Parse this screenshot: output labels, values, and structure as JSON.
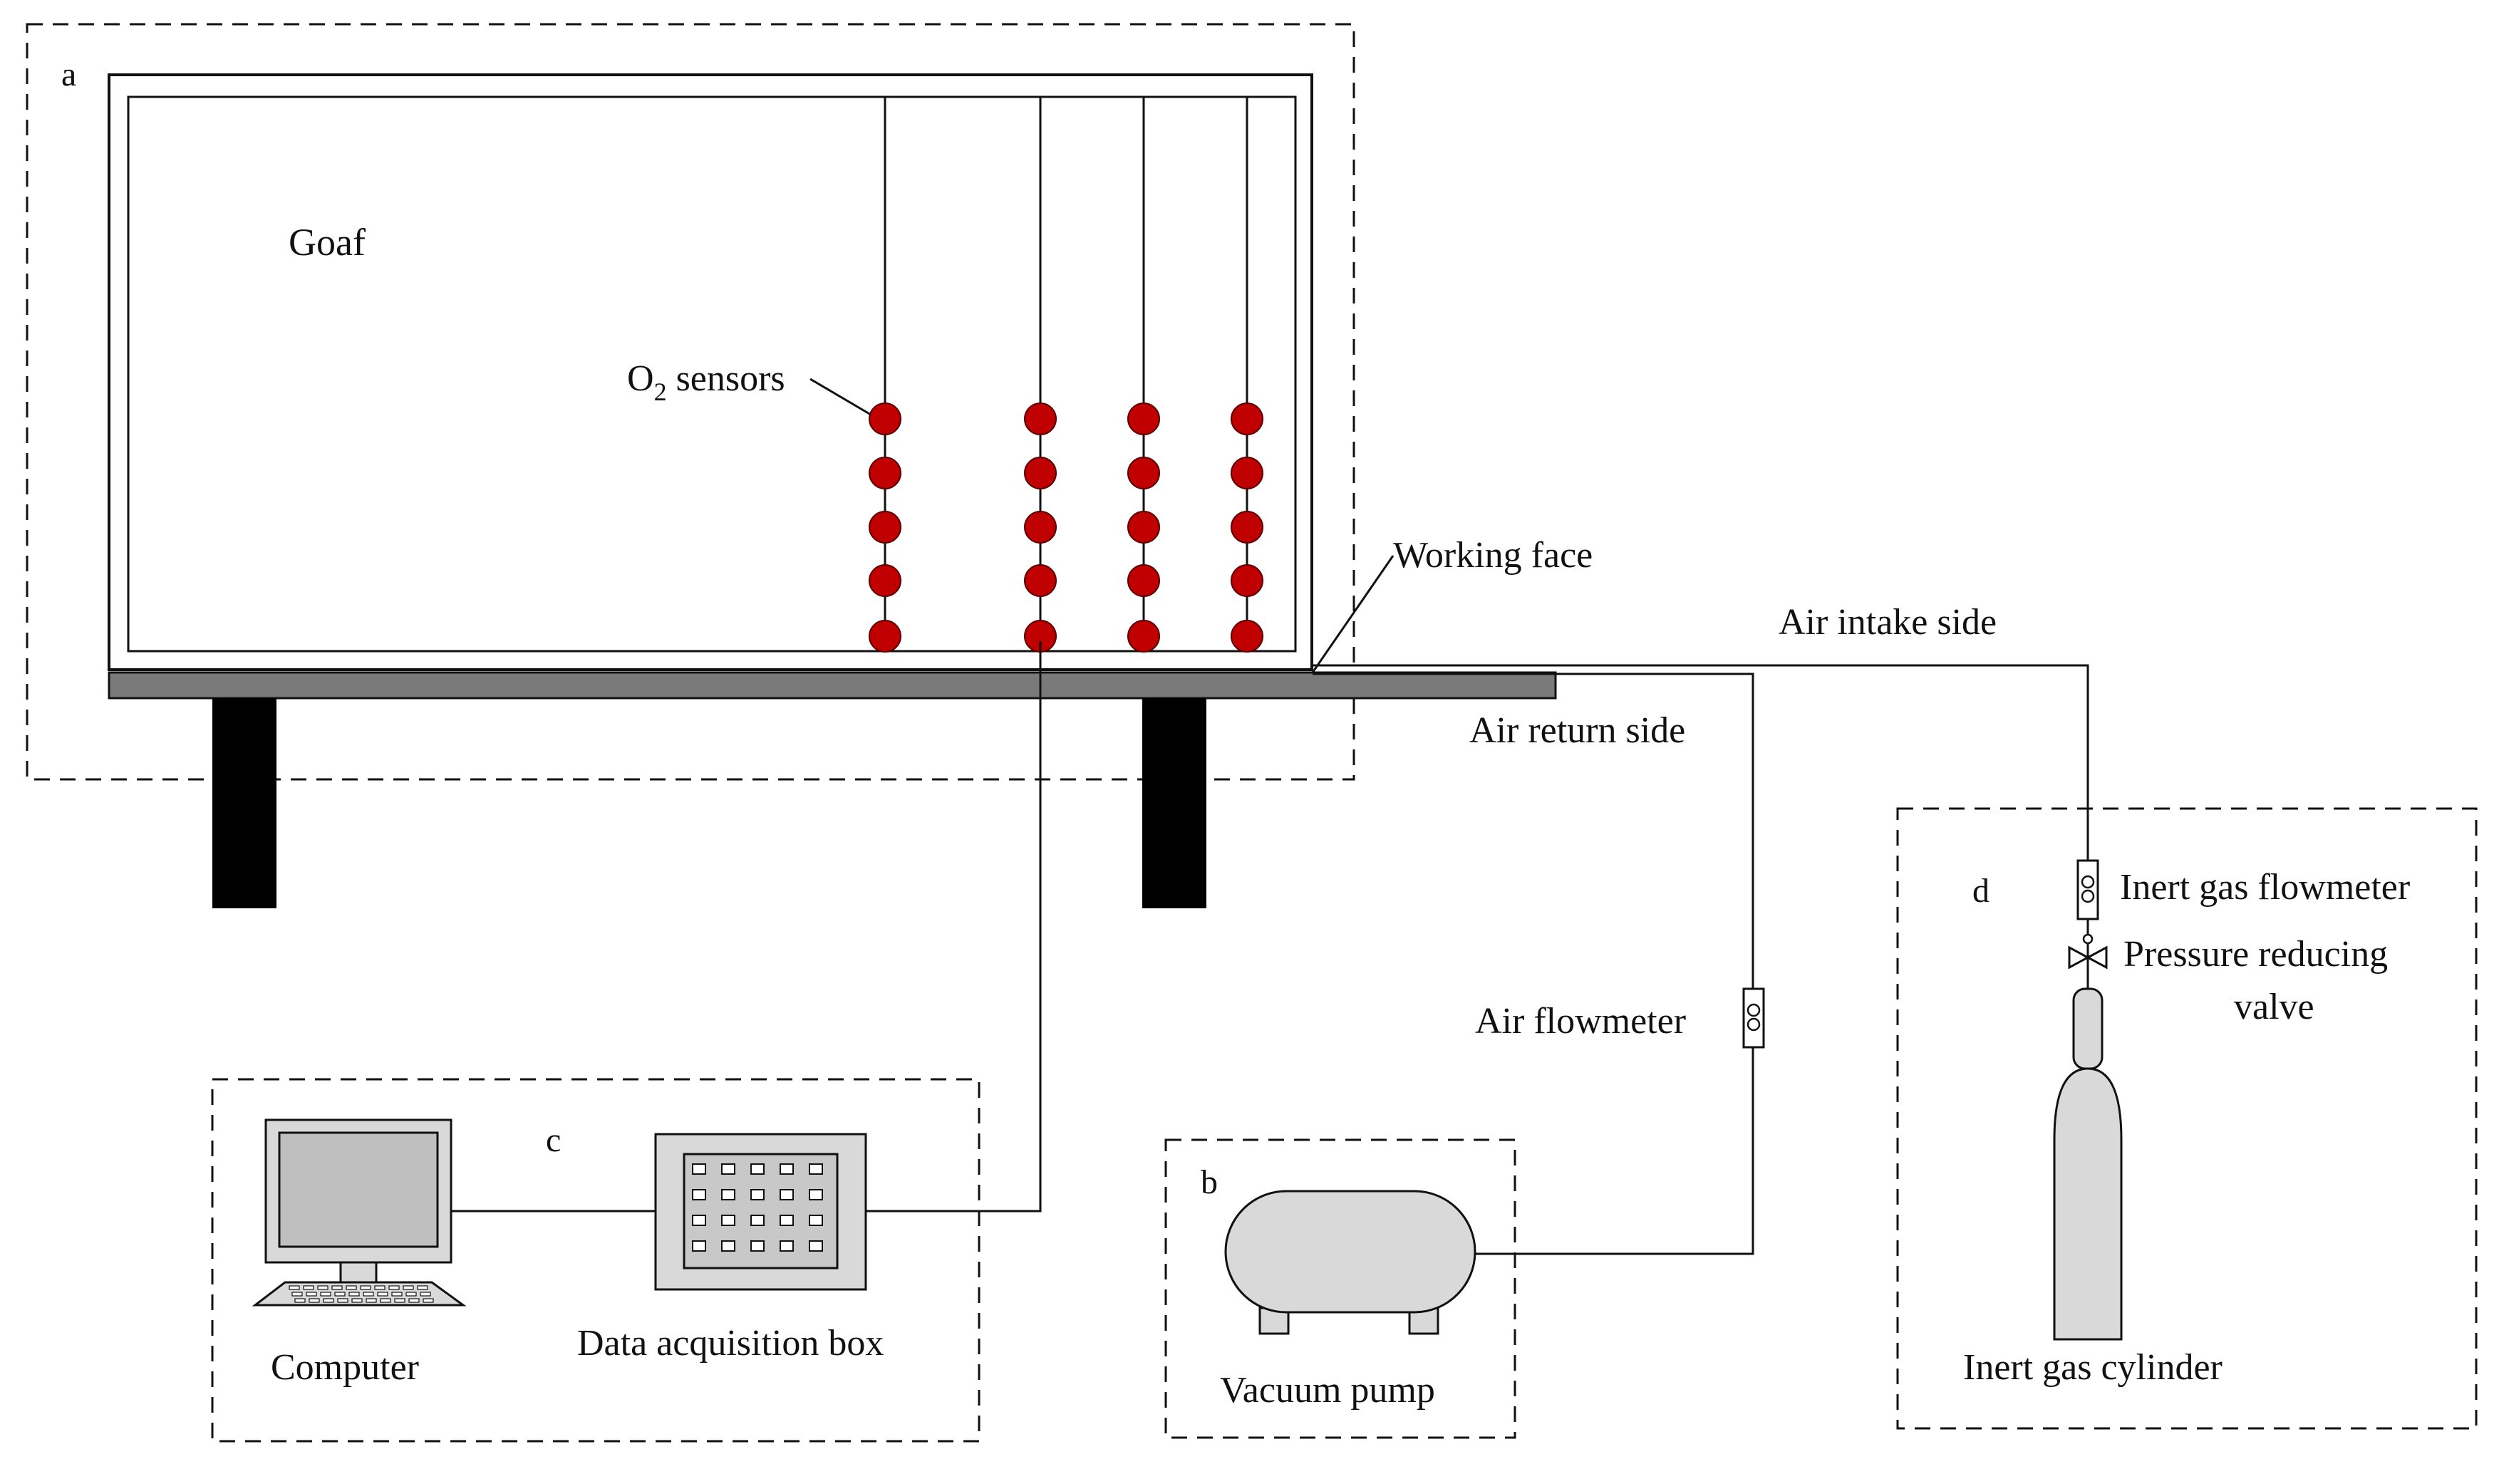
{
  "panels": {
    "a": "a",
    "b": "b",
    "c": "c",
    "d": "d"
  },
  "labels": {
    "goaf": "Goaf",
    "o2_main": "O",
    "o2_sub": "2",
    "o2_rest": " sensors",
    "working_face": "Working face",
    "air_intake": "Air intake side",
    "air_return": "Air return side",
    "air_flowmeter": "Air flowmeter",
    "inert_flowmeter": "Inert gas flowmeter",
    "pressure_valve_1": "Pressure reducing",
    "pressure_valve_2": "valve",
    "inert_cylinder": "Inert gas cylinder",
    "computer": "Computer",
    "data_box": "Data acquisition box",
    "vacuum_pump": "Vacuum pump"
  },
  "sensors": {
    "columns": 4,
    "rows": 5,
    "color": "#c00000"
  },
  "colors": {
    "line": "#111111",
    "sensor": "#c00000",
    "platform": "#7a7a7a",
    "equipment": "#d9d9d9",
    "legs": "#000000"
  }
}
